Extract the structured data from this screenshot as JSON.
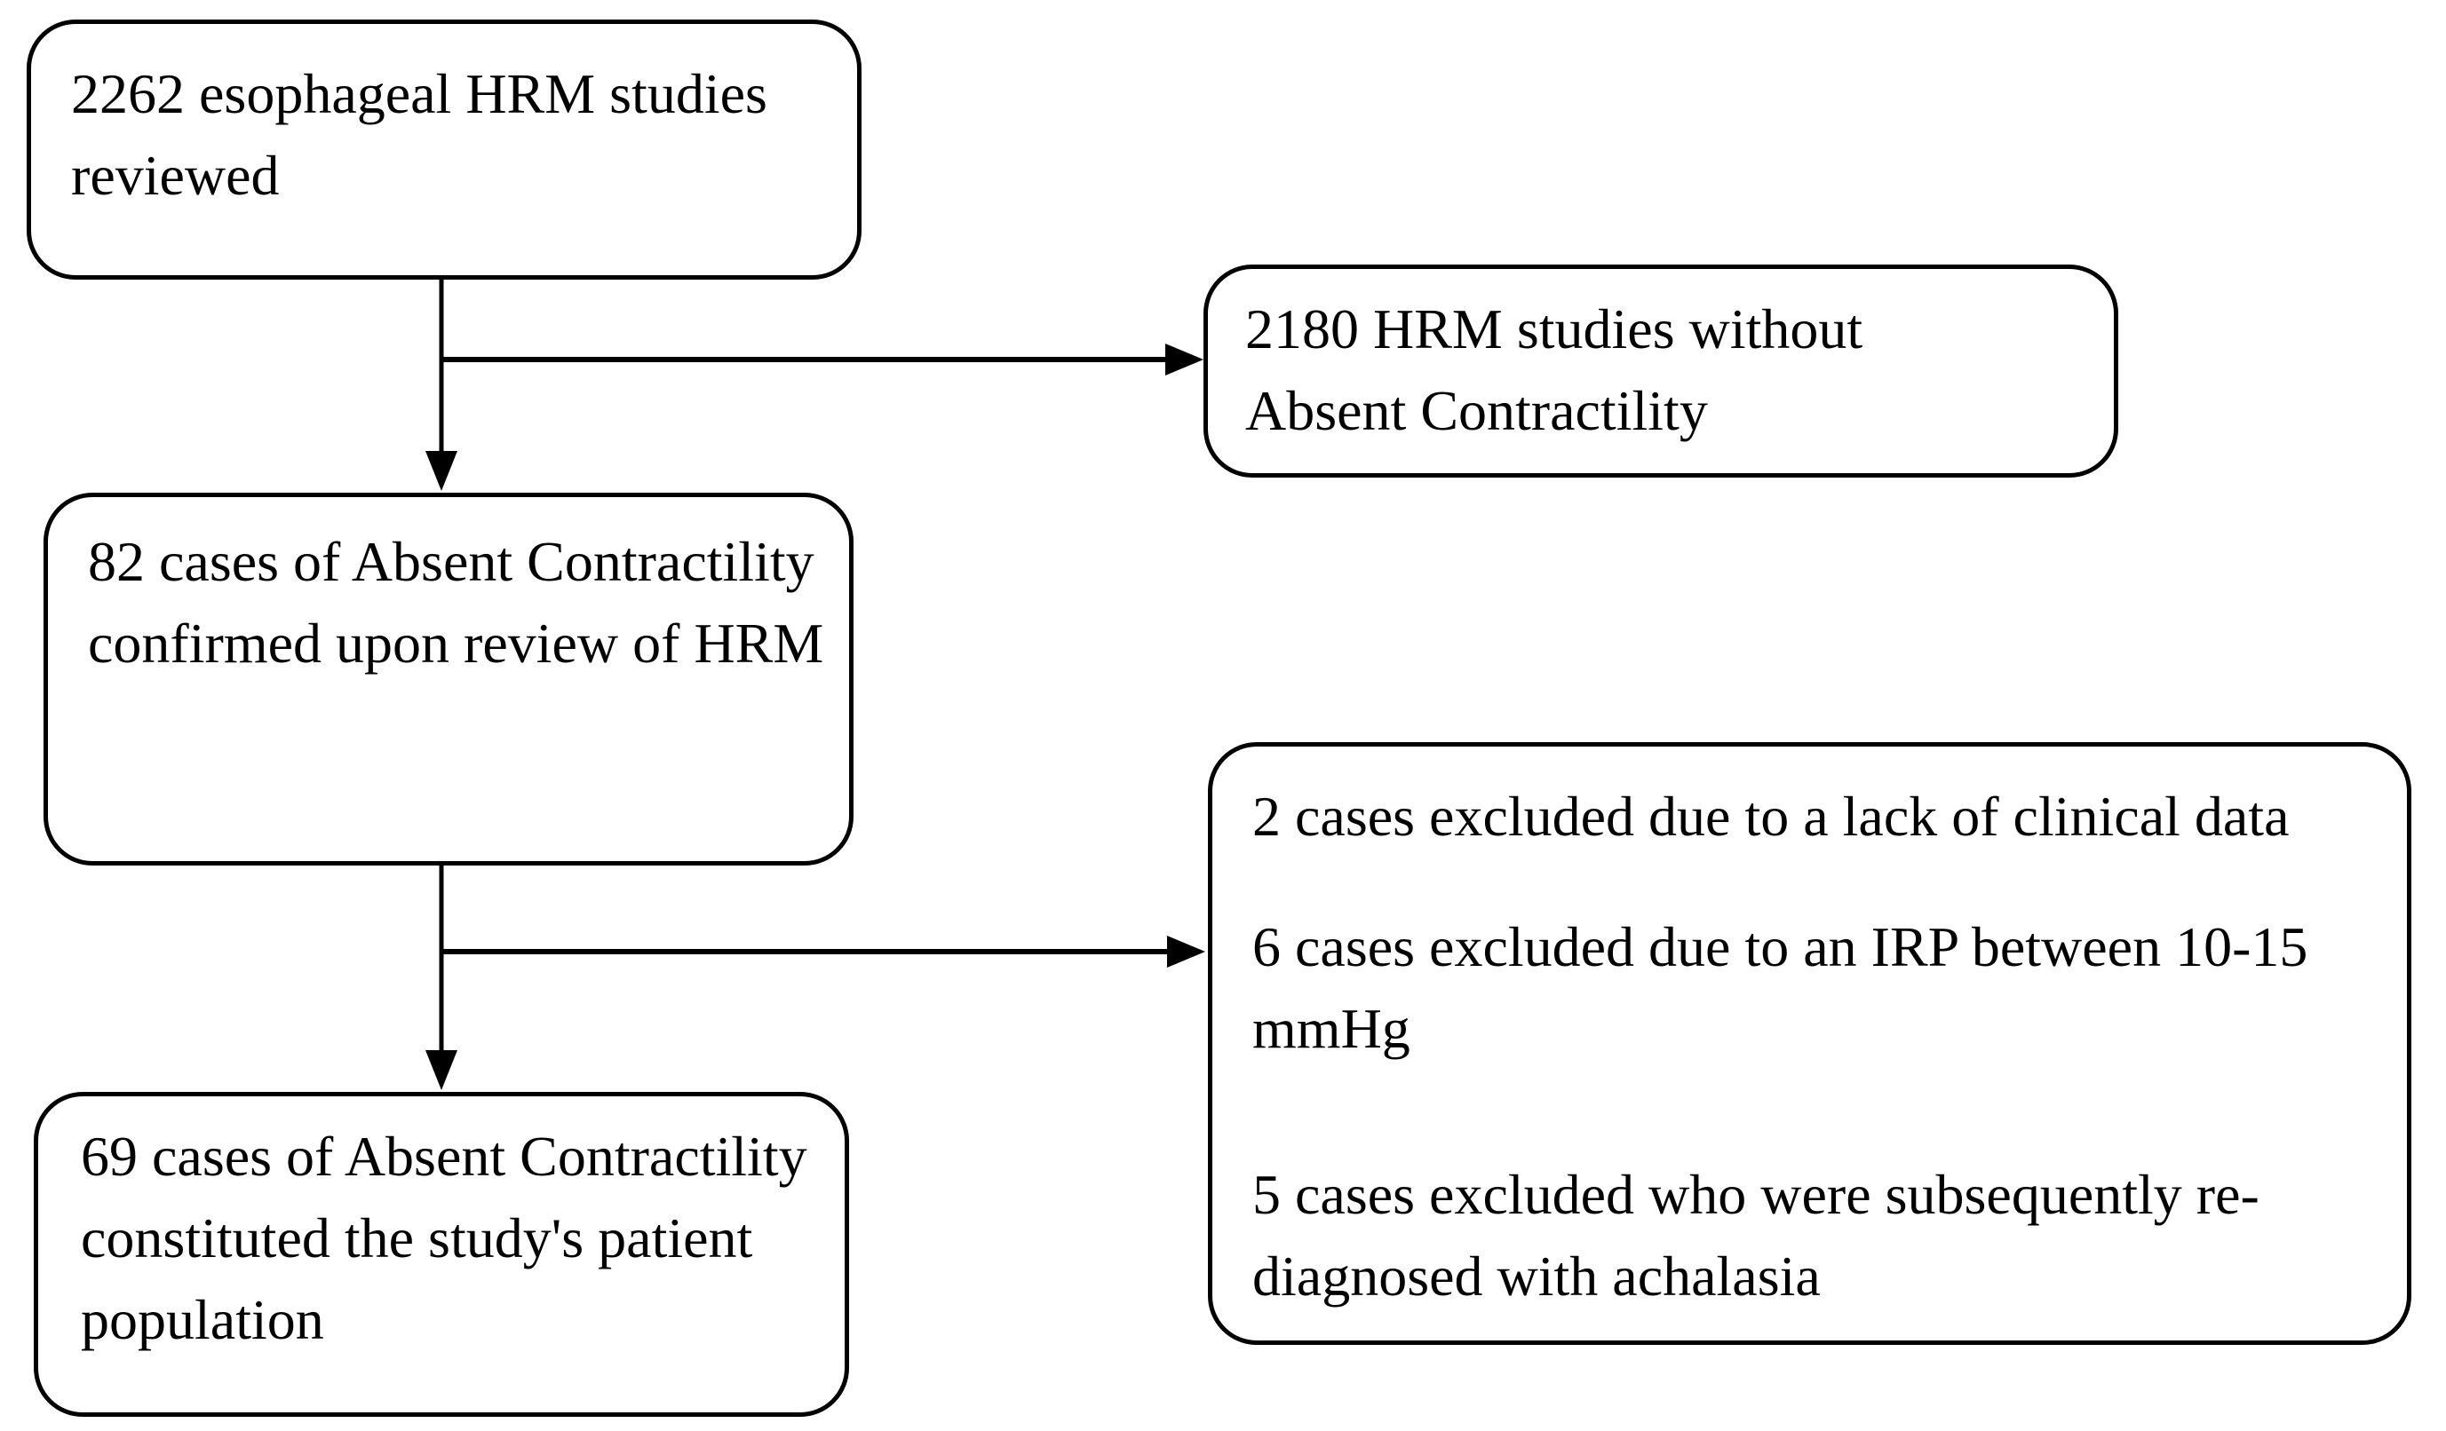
{
  "figure": {
    "type": "flowchart",
    "background_color": "#ffffff",
    "ink_color": "#000000",
    "nodes": {
      "reviewed": {
        "text": "2262 esophageal HRM studies reviewed"
      },
      "without_absent_contractility": {
        "text": "2180 HRM studies without Absent Contractility"
      },
      "confirmed": {
        "text": "82 cases of Absent Contractility confirmed upon review of HRM"
      },
      "exclusions": {
        "items": [
          "2 cases excluded due to a lack of clinical data",
          "6 cases excluded due to an IRP between 10-15 mmHg",
          "5 cases excluded who were subsequently re-diagnosed with achalasia"
        ]
      },
      "population": {
        "text": "69 cases of Absent Contractility constituted the study's patient population"
      }
    },
    "connectors": [
      {
        "from": "reviewed",
        "to": "confirmed",
        "style": "arrow-down"
      },
      {
        "from": "reviewed",
        "to": "without_absent_contractility",
        "style": "arrow-right-branch"
      },
      {
        "from": "confirmed",
        "to": "population",
        "style": "arrow-down"
      },
      {
        "from": "confirmed",
        "to": "exclusions",
        "style": "arrow-right-branch"
      }
    ]
  }
}
